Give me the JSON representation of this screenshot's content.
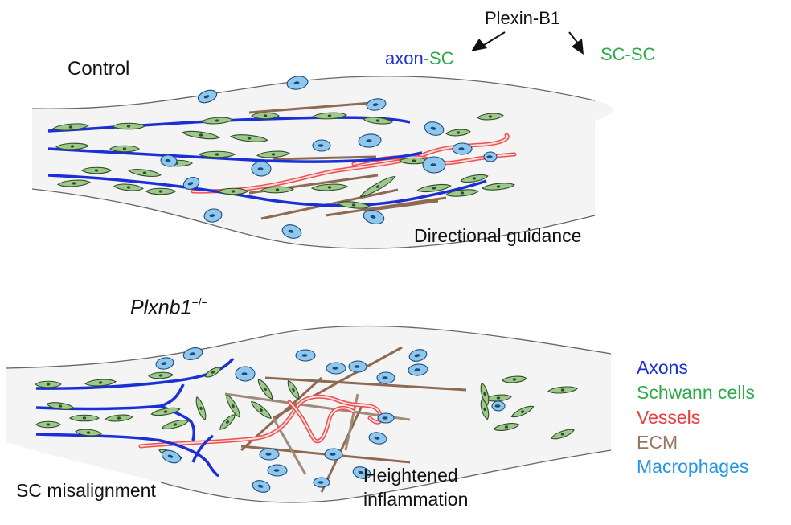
{
  "header": {
    "plexin": "Plexin-B1",
    "axon_part": "axon",
    "dash": "-",
    "sc_part": "SC",
    "scsc": "SC-SC"
  },
  "control": {
    "title": "Control",
    "caption": "Directional guidance"
  },
  "mutant": {
    "title": "Plxnb1",
    "superscript": "−/−",
    "caption_left": "SC misalignment",
    "caption_right_line1": "Heightened",
    "caption_right_line2": "inflammation"
  },
  "legend": [
    {
      "label": "Axons",
      "color": "#1a2fd6"
    },
    {
      "label": "Schwann cells",
      "color": "#2eaa4a"
    },
    {
      "label": "Vessels",
      "color": "#ee3a3a"
    },
    {
      "label": "ECM",
      "color": "#9a7560"
    },
    {
      "label": "Macrophages",
      "color": "#2596e6"
    }
  ],
  "colors": {
    "axon": "#1a2fd6",
    "schwann_fill": "#9ec98a",
    "schwann_stroke": "#2f4d2a",
    "vessel": "#ee5050",
    "ecm_control": "#8f6a52",
    "ecm_mutant": "#a08a7a",
    "macrophage_fill": "#8ec8ee",
    "macrophage_stroke": "#1f4a78",
    "nerve_fill": "#f4f4f4",
    "nerve_stroke": "#666666"
  }
}
